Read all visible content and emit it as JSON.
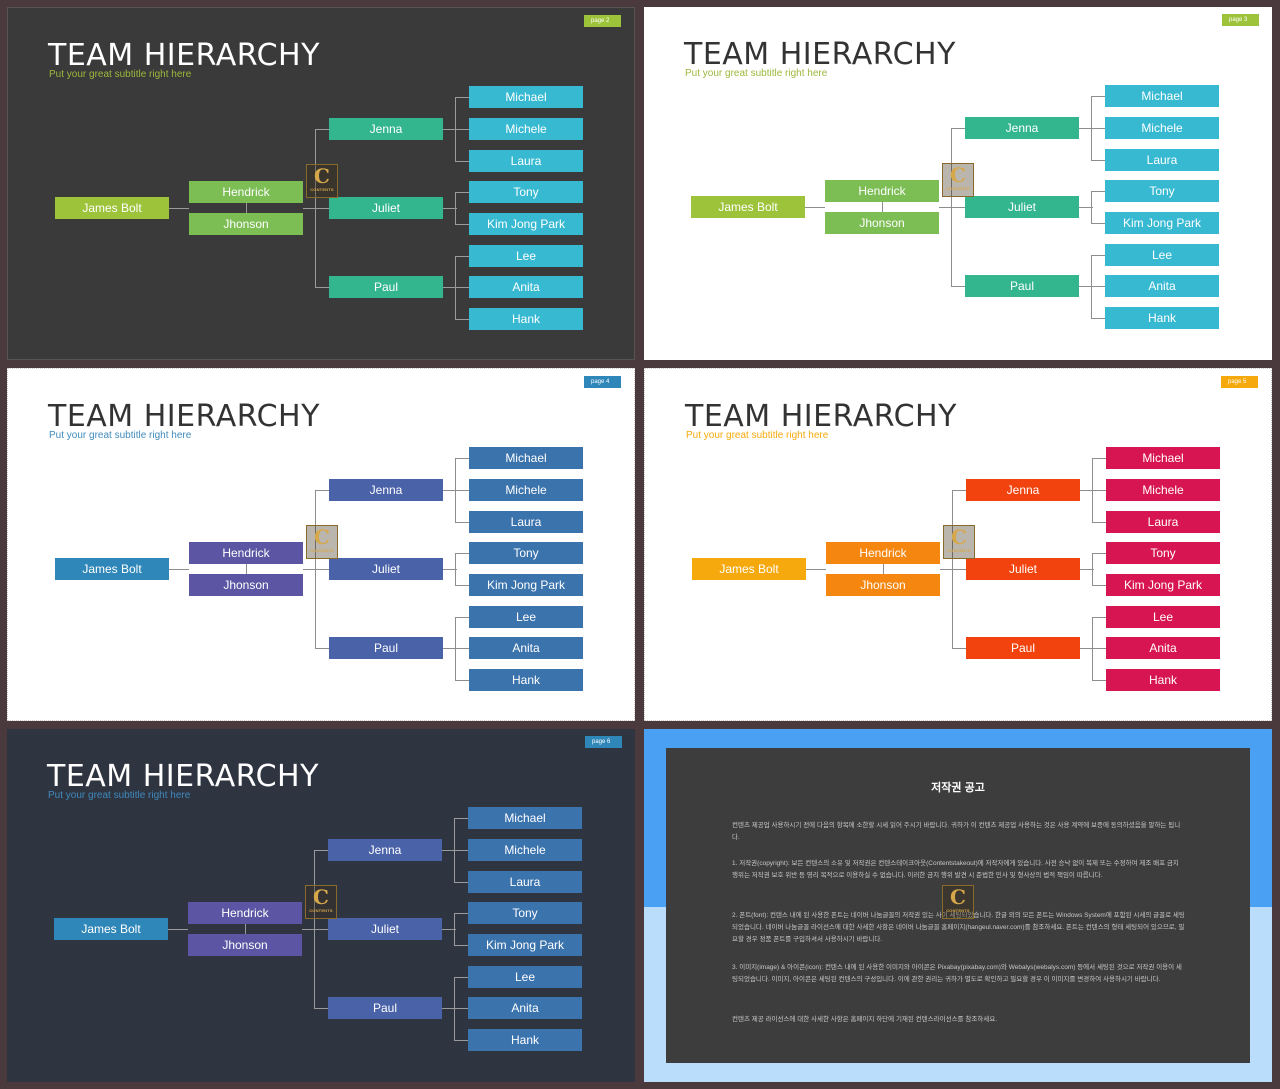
{
  "slides": [
    {
      "page_label": "page 2",
      "title": "TEAM HIERARCHY",
      "subtitle": "Put your great subtitle right here",
      "colors": {
        "bg": "#3a3a3a",
        "title": "#ffffff",
        "subtitle": "#9db83c",
        "badge": "#9dc33a",
        "root": "#9dc33a",
        "level1": "#7cbd54",
        "level2": "#33b58d",
        "leaves": "#37b9d2"
      }
    },
    {
      "page_label": "page 3",
      "title": "TEAM HIERARCHY",
      "subtitle": "Put your great subtitle right here",
      "colors": {
        "bg": "#ffffff",
        "title": "#333333",
        "subtitle": "#9db83c",
        "badge": "#9dc33a",
        "root": "#9dc33a",
        "level1": "#7cbd54",
        "level2": "#33b58d",
        "leaves": "#37b9d2"
      }
    },
    {
      "page_label": "page 4",
      "title": "TEAM HIERARCHY",
      "subtitle": "Put your great subtitle right here",
      "colors": {
        "bg": "#ffffff",
        "title": "#333333",
        "subtitle": "#3f8bbd",
        "badge": "#2f86b8",
        "root": "#2f86b8",
        "level1": "#5b55a3",
        "level2": "#4a62a8",
        "leaves": "#3b73ad"
      }
    },
    {
      "page_label": "page 5",
      "title": "TEAM HIERARCHY",
      "subtitle": "Put your great subtitle right here",
      "colors": {
        "bg": "#ffffff",
        "title": "#333333",
        "subtitle": "#f6a90d",
        "badge": "#f6a90d",
        "root": "#f6a90d",
        "level1": "#f5860f",
        "level2": "#f2420d",
        "leaves": "#d81553"
      }
    },
    {
      "page_label": "page 6",
      "title": "TEAM HIERARCHY",
      "subtitle": "Put your great subtitle right here",
      "colors": {
        "bg": "#2f3441",
        "title": "#ffffff",
        "subtitle": "#3f8bbd",
        "badge": "#2f86b8",
        "root": "#2f86b8",
        "level1": "#5b55a3",
        "level2": "#4a62a8",
        "leaves": "#3b73ad"
      }
    }
  ],
  "org": {
    "root": "James Bolt",
    "managers": [
      "Hendrick",
      "Jhonson"
    ],
    "leads": [
      "Jenna",
      "Juliet",
      "Paul"
    ],
    "members": [
      "Michael",
      "Michele",
      "Laura",
      "Tony",
      "Kim Jong Park",
      "Lee",
      "Anita",
      "Hank"
    ]
  },
  "logo": {
    "letter": "C",
    "text": "CONTENTS"
  },
  "copyright": {
    "title": "저작권 공고",
    "paragraphs": [
      "컨텐츠 제공업 사용하시기 전에 다음의 항목에 소한할 시세 읽어 주시기 바랍니다. 귀하가 이 컨텐츠 제공업 사용하는 것은 사용 계약에 보증에 동의하셨음을 말하는 됩니다.",
      "1. 저작권(copyright): 보든 컨텐스의 소유 및 저작권은 컨텐스테이크아웃(Contentstakeout)에 저작자에게 있습니다. 사전 승낙 없이 복제 또는 수정하여 제조 배포 금지 행위는 저작권 보호 위반 등 영리 목적으로 이용하실 수 없습니다. 이러한 금지 행위 발견 시 준법한 민사 및 형사상의 법적 책임이 따릅니다.",
      "2. 폰트(font): 컨텐스 내에 된 사용한 폰트는 네이버 나눔글꼴의 저작권 있는 사이 세팅되었습니다. 한글 외의 모든 폰트는 Windows System에 포함된 시세의 글꼴로 세팅되었습니다. 네이버 나눔글꼴 라이선스에 대한 사세한 사항은 네이버 나눔글꼴 홈페이지(hangeul.naver.com)를 참조하세요. 폰트는 컨텐스의 형태 세팅되어 있으므로, 필요할 경우 정품 폰트를 구입하셔서 사용하시기 바랍니다.",
      "3. 이미지(image) & 아이콘(icon): 컨텐스 내에 된 사용한 이미지와 아이콘은 Pixabay(pixabay.com)와 Webalys(webalys.com) 등에서 세팅된 것으로 저작권 이용이 세팅되었습니다. 이미지, 아이콘은 세팅된 컨텐스의 구성입니다. 이에 관한 권리는 귀하가 별도로 확인하고 필요할 경우 이 이미지를 변경하여 사용하시기 바랍니다.",
      "컨텐츠 제공 라이선스에 대한 사세한 사항은 홈페이지 하단에 기재된 컨텐스라이선스를 참조하세요."
    ]
  }
}
